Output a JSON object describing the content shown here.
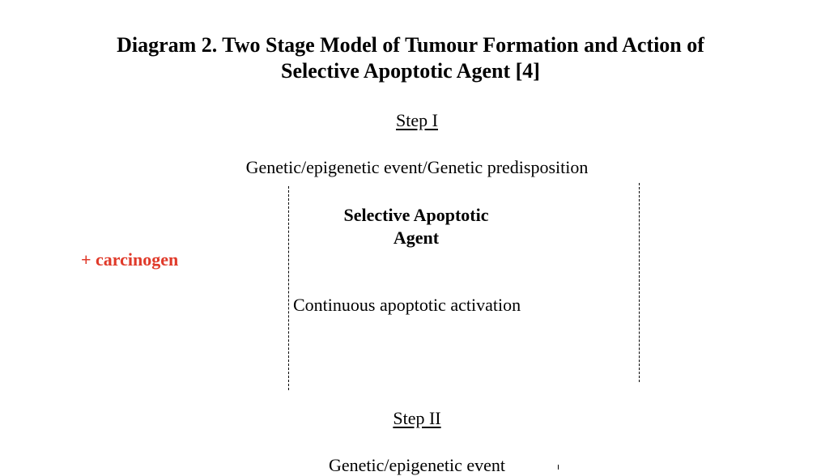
{
  "diagram": {
    "title_line1": "Diagram 2. Two Stage Model of Tumour Formation and Action of",
    "title_line2": "Selective Apoptotic Agent [4]",
    "step1": {
      "heading": "Step I",
      "event": "Genetic/epigenetic event/Genetic predisposition",
      "agent_line1": "Selective Apoptotic",
      "agent_line2": "Agent",
      "carcinogen": "+ carcinogen",
      "activation": "Continuous apoptotic activation"
    },
    "step2": {
      "heading": "Step II",
      "event": "Genetic/epigenetic event"
    },
    "colors": {
      "carcinogen": "#e03a2a",
      "text": "#000000"
    }
  }
}
